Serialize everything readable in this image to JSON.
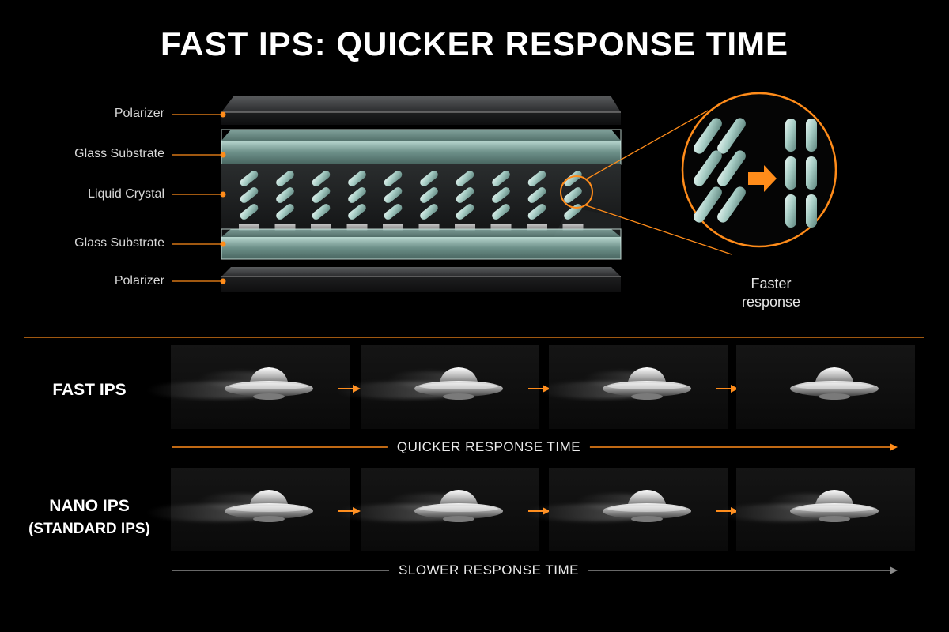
{
  "title": "FAST IPS: QUICKER RESPONSE TIME",
  "layers": [
    "Polarizer",
    "Glass Substrate",
    "Liquid Crystal",
    "Glass Substrate",
    "Polarizer"
  ],
  "zoom_caption_line1": "Faster",
  "zoom_caption_line2": "response",
  "rows": {
    "fast": {
      "label": "FAST IPS",
      "arrow_caption": "QUICKER RESPONSE TIME"
    },
    "nano": {
      "label": "NANO IPS",
      "sublabel": "(STANDARD IPS)",
      "arrow_caption": "SLOWER RESPONSE TIME"
    }
  },
  "colors": {
    "accent": "#ff8c1a",
    "background": "#000000",
    "glass": "#9fc9c0",
    "crystal": "#a9cfc7",
    "slow_arrow": "#8a8a8a"
  }
}
